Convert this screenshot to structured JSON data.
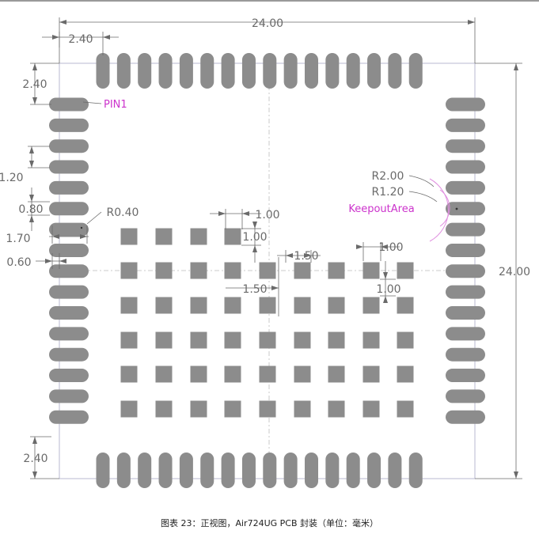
{
  "drawing": {
    "overall_width": "24.00",
    "overall_height": "24.00",
    "pitch_offset_top": "2.40",
    "pitch_offset_left": "2.40",
    "pitch_offset_bottom": "2.40",
    "pad_pitch": "1.20",
    "pad_width": "0.80",
    "pad_length": "1.70",
    "pad_gap": "0.60",
    "pad_radius": "R0.40",
    "pin1_label": "PIN1",
    "keepout_r_outer": "R2.00",
    "keepout_r_inner": "R1.20",
    "keepout_label": "KeepoutArea",
    "grid_pad_size_w": "1.00",
    "grid_pad_size_h": "1.00",
    "grid_pitch_x": "1.50",
    "grid_pitch_y": "1.50",
    "grid_pad_size_w2": "1.00",
    "grid_pad_size_h2": "1.00"
  },
  "caption": "图表 23：正视图，Air724UG PCB 封装（单位：毫米）",
  "colors": {
    "pad": "#8c8c8c",
    "dimension": "#6a6a6a",
    "annotation": "#cc33cc"
  }
}
